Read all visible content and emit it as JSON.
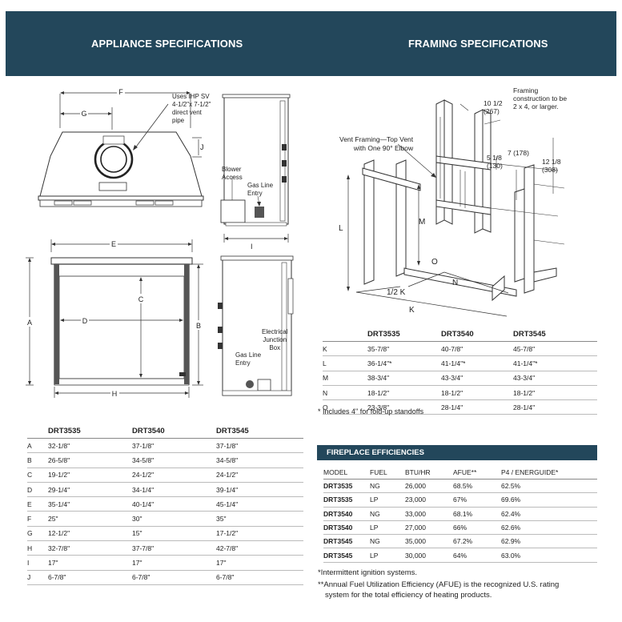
{
  "headers": {
    "appliance": "APPLIANCE SPECIFICATIONS",
    "framing": "FRAMING SPECIFICATIONS",
    "efficiencies": "FIREPLACE EFFICIENCIES"
  },
  "appliance_callouts": {
    "vent_pipe": [
      "Uses IHP SV",
      "4-1/2\"x 7-1/2\"",
      "direct vent",
      "pipe"
    ],
    "blower": [
      "Blower",
      "Access"
    ],
    "gas_line_top": [
      "Gas Line",
      "Entry"
    ],
    "gas_line_bottom": [
      "Gas Line",
      "Entry"
    ],
    "electrical": [
      "Electrical",
      "Junction",
      "Box"
    ],
    "dims": {
      "F": "F",
      "G": "G",
      "J": "J",
      "I": "I",
      "E": "E",
      "A": "A",
      "B": "B",
      "C": "C",
      "D": "D",
      "H": "H"
    }
  },
  "framing_callouts": {
    "vent_framing": [
      "Vent Framing—Top Vent",
      "with One 90° Elbow"
    ],
    "construction": [
      "Framing",
      "construction to be",
      "2 x 4, or larger."
    ],
    "d_10_1_2": [
      "10 1/2",
      "(267)"
    ],
    "d_5_1_8": [
      "5 1/8",
      "(130)"
    ],
    "d_7": "7 (178)",
    "d_12_1_8": [
      "12 1/8",
      "(308)"
    ],
    "dims": {
      "L": "L",
      "M": "M",
      "O": "O",
      "N": "N",
      "half_k": "1/2 K",
      "K": "K"
    }
  },
  "appliance_table": {
    "columns": [
      "",
      "DRT3535",
      "DRT3540",
      "DRT3545"
    ],
    "rows": [
      [
        "A",
        "32-1/8\"",
        "37-1/8\"",
        "37-1/8\""
      ],
      [
        "B",
        "26-5/8\"",
        "34-5/8\"",
        "34-5/8\""
      ],
      [
        "C",
        "19-1/2\"",
        "24-1/2\"",
        "24-1/2\""
      ],
      [
        "D",
        "29-1/4\"",
        "34-1/4\"",
        "39-1/4\""
      ],
      [
        "E",
        "35-1/4\"",
        "40-1/4\"",
        "45-1/4\""
      ],
      [
        "F",
        "25\"",
        "30\"",
        "35\""
      ],
      [
        "G",
        "12-1/2\"",
        "15\"",
        "17-1/2\""
      ],
      [
        "H",
        "32-7/8\"",
        "37-7/8\"",
        "42-7/8\""
      ],
      [
        "I",
        "17\"",
        "17\"",
        "17\""
      ],
      [
        "J",
        "6-7/8\"",
        "6-7/8\"",
        "6-7/8\""
      ]
    ]
  },
  "framing_table": {
    "columns": [
      "",
      "DRT3535",
      "DRT3540",
      "DRT3545"
    ],
    "rows": [
      [
        "K",
        "35-7/8\"",
        "40-7/8\"",
        "45-7/8\""
      ],
      [
        "L",
        "36-1/4\"*",
        "41-1/4\"*",
        "41-1/4\"*"
      ],
      [
        "M",
        "38-3/4\"",
        "43-3/4\"",
        "43-3/4\""
      ],
      [
        "N",
        "18-1/2\"",
        "18-1/2\"",
        "18-1/2\""
      ],
      [
        "O",
        "23-3/8\"",
        "28-1/4\"",
        "28-1/4\""
      ]
    ],
    "footnote": "* Includes 4\" for fold-up standoffs"
  },
  "efficiency_table": {
    "columns": [
      "MODEL",
      "FUEL",
      "BTU/HR",
      "AFUE**",
      "P4 / ENERGUIDE*"
    ],
    "rows": [
      [
        "DRT3535",
        "NG",
        "26,000",
        "68.5%",
        "62.5%"
      ],
      [
        "DRT3535",
        "LP",
        "23,000",
        "67%",
        "69.6%"
      ],
      [
        "DRT3540",
        "NG",
        "33,000",
        "68.1%",
        "62.4%"
      ],
      [
        "DRT3540",
        "LP",
        "27,000",
        "66%",
        "62.6%"
      ],
      [
        "DRT3545",
        "NG",
        "35,000",
        "67.2%",
        "62.9%"
      ],
      [
        "DRT3545",
        "LP",
        "30,000",
        "64%",
        "63.0%"
      ]
    ]
  },
  "footnotes": {
    "intermittent": "*Intermittent ignition systems.",
    "afue_line1": "**Annual Fuel Utilization Efficiency (AFUE) is the recognized U.S. rating",
    "afue_line2": "system for the total efficiency of heating products."
  }
}
